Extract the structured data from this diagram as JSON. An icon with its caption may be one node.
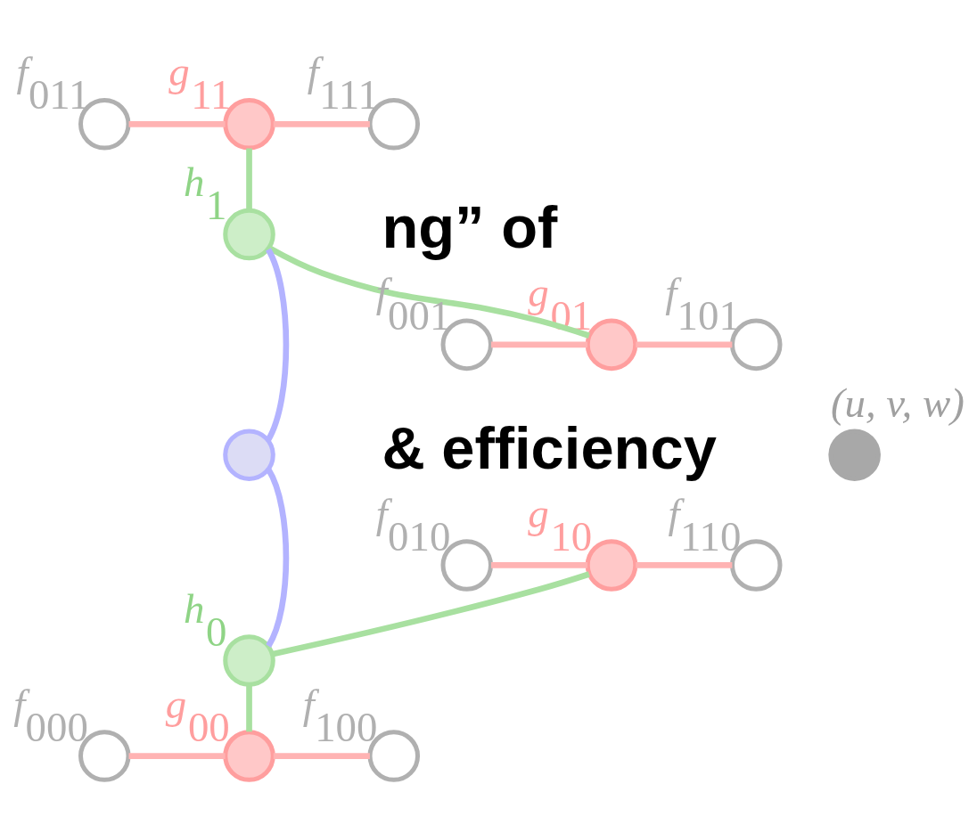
{
  "diagram": {
    "nodes": [
      {
        "text": [],
        "shape": "circle",
        "beside": [
          "f$_{011}$"
        ]
      },
      {
        "text": [],
        "shape": "circle",
        "beside": [
          "g$_{11}$"
        ]
      },
      {
        "text": [],
        "shape": "circle",
        "beside": [
          "f$_{111}$"
        ]
      },
      {
        "text": [],
        "shape": "circle",
        "beside": [
          "h$_{1}$"
        ]
      },
      {
        "text": [],
        "shape": "circle",
        "beside": [
          "f$_{001}$"
        ]
      },
      {
        "text": [],
        "shape": "circle",
        "beside": [
          "g$_{01}$"
        ]
      },
      {
        "text": [],
        "shape": "circle",
        "beside": [
          "f$_{101}$"
        ]
      },
      {
        "text": [],
        "shape": "circle"
      },
      {
        "text": [],
        "shape": "circle",
        "beside": [
          "f$_{010}$"
        ]
      },
      {
        "text": [],
        "shape": "circle",
        "beside": [
          "g$_{10}$"
        ]
      },
      {
        "text": [],
        "shape": "circle",
        "beside": [
          "f$_{110}$"
        ]
      },
      {
        "text": [],
        "shape": "circle",
        "beside": [
          "h$_{0}$"
        ]
      },
      {
        "text": [],
        "shape": "circle",
        "beside": [
          "f$_{000}$"
        ]
      },
      {
        "text": [],
        "shape": "circle",
        "beside": [
          "g$_{00}$"
        ]
      },
      {
        "text": [],
        "shape": "circle",
        "beside": [
          "f$_{100}$"
        ]
      },
      {
        "text": [],
        "shape": "circle",
        "beside": [
          "(u, v, w)"
        ]
      }
    ],
    "edges": [
      {
        "from": 0,
        "to": 1,
        "arrow": "none"
      },
      {
        "from": 1,
        "to": 2,
        "arrow": "none"
      },
      {
        "from": 1,
        "to": 3,
        "arrow": "none",
        "color": "#a8e0a0"
      },
      {
        "from": 3,
        "to": 5,
        "arrow": "none",
        "color": "#a8e0a0"
      },
      {
        "from": 4,
        "to": 5,
        "arrow": "none"
      },
      {
        "from": 5,
        "to": 6,
        "arrow": "none"
      },
      {
        "from": 3,
        "to": 7,
        "arrow": "none",
        "color": "#b3b3ff"
      },
      {
        "from": 7,
        "to": 11,
        "arrow": "none",
        "color": "#b3b3ff"
      },
      {
        "from": 8,
        "to": 9,
        "arrow": "none"
      },
      {
        "from": 9,
        "to": 10,
        "arrow": "none"
      },
      {
        "from": 9,
        "to": 11,
        "arrow": "none",
        "color": "#a8e0a0"
      },
      {
        "from": 11,
        "to": 13,
        "arrow": "none",
        "color": "#a8e0a0"
      },
      {
        "from": 12,
        "to": 13,
        "arrow": "none"
      },
      {
        "from": 13,
        "to": 14,
        "arrow": "none"
      }
    ],
    "labels": [
      "ng” of",
      "& efficiency"
    ]
  }
}
